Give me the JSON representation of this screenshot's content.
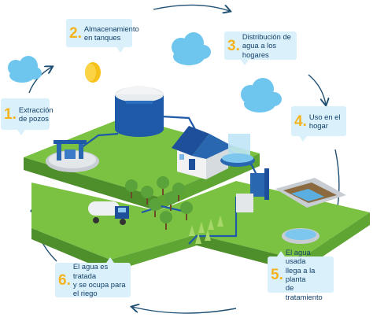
{
  "steps": [
    {
      "num": "1.",
      "text": "Extracción\nde pozos"
    },
    {
      "num": "2.",
      "text": "Almacenamiento\nen tanques"
    },
    {
      "num": "3.",
      "text": "Distribución de\nagua a los hogares"
    },
    {
      "num": "4.",
      "text": "Uso en el\nhogar"
    },
    {
      "num": "5.",
      "text": "El agua usada\nllega a la planta\nde tratamiento"
    },
    {
      "num": "6.",
      "text": "El agua es tratada\ny se ocupa para\nel riego"
    }
  ],
  "colors": {
    "callout_bg": "#daf0fa",
    "number": "#f5b31d",
    "text": "#14406b",
    "cycle_arrow": "#1f4f73",
    "grass": "#7cc242",
    "grass_side": "#4e8f2b",
    "water_pipe": "#1e5aa8",
    "cloud": "#6ec6ef"
  },
  "icons": [
    "cloud-icon",
    "sun-icon",
    "water-tank-icon",
    "house-icon",
    "well-icon",
    "tanker-truck-icon",
    "treatment-plant-icon",
    "tree-icon"
  ]
}
